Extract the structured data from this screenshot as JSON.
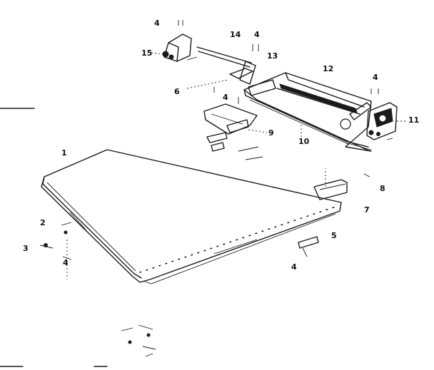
{
  "callouts": [
    {
      "id": "c1",
      "text": "1"
    },
    {
      "id": "c2",
      "text": "2"
    },
    {
      "id": "c3",
      "text": "3"
    },
    {
      "id": "c4a",
      "text": "4"
    },
    {
      "id": "c4b",
      "text": "4"
    },
    {
      "id": "c4c",
      "text": "4"
    },
    {
      "id": "c4d",
      "text": "4"
    },
    {
      "id": "c4e",
      "text": "4"
    },
    {
      "id": "c4f",
      "text": "4"
    },
    {
      "id": "c5",
      "text": "5"
    },
    {
      "id": "c6",
      "text": "6"
    },
    {
      "id": "c7",
      "text": "7"
    },
    {
      "id": "c8",
      "text": "8"
    },
    {
      "id": "c9",
      "text": "9"
    },
    {
      "id": "c10",
      "text": "10"
    },
    {
      "id": "c11",
      "text": "11"
    },
    {
      "id": "c12",
      "text": "12"
    },
    {
      "id": "c13",
      "text": "13"
    },
    {
      "id": "c14",
      "text": "14"
    },
    {
      "id": "c15",
      "text": "15"
    }
  ]
}
